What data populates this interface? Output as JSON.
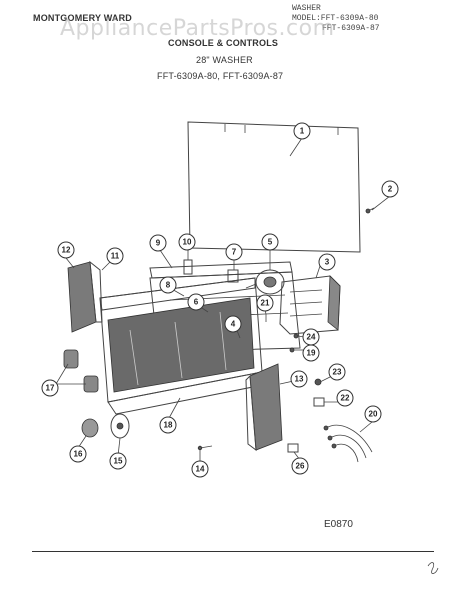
{
  "header": {
    "brand": "MONTGOMERY WARD",
    "section": "CONSOLE & CONTROLS",
    "size": "28\" WASHER",
    "models": "FFT-6309A-80,  FFT-6309A-87",
    "top_right_line1": "WASHER",
    "top_right_line2": "MODEL:FFT-6309A-80",
    "top_right_line3": "FFT-6309A-87"
  },
  "watermark": "AppliancePartsPros.com",
  "diagram_code": "E0870",
  "callouts": [
    "1",
    "2",
    "3",
    "4",
    "5",
    "6",
    "7",
    "8",
    "9",
    "10",
    "11",
    "12",
    "13",
    "14",
    "15",
    "16",
    "17",
    "18",
    "19",
    "20",
    "21",
    "22",
    "23",
    "24",
    "26"
  ]
}
